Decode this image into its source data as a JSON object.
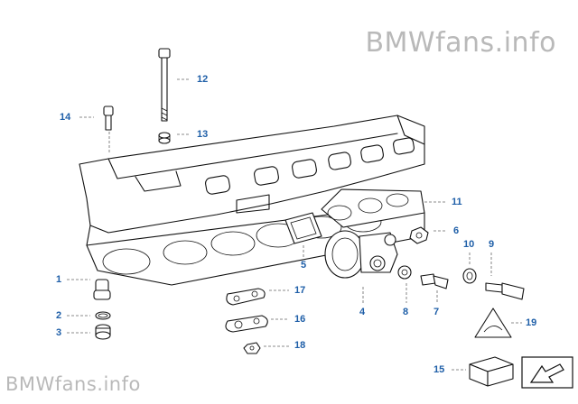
{
  "watermark": {
    "top": "BMWfans.info",
    "bottom": "BMWfans.info"
  },
  "callouts": {
    "p1": "1",
    "p2": "2",
    "p3": "3",
    "p4": "4",
    "p5": "5",
    "p6": "6",
    "p7": "7",
    "p8": "8",
    "p9": "9",
    "p10": "10",
    "p11": "11",
    "p12": "12",
    "p13": "13",
    "p14": "14",
    "p15": "15",
    "p16": "16",
    "p17": "17",
    "p18": "18",
    "p19": "19"
  },
  "colors": {
    "callout": "#1f5fa8",
    "watermark": "#b9b9b9",
    "line": "#111111"
  }
}
